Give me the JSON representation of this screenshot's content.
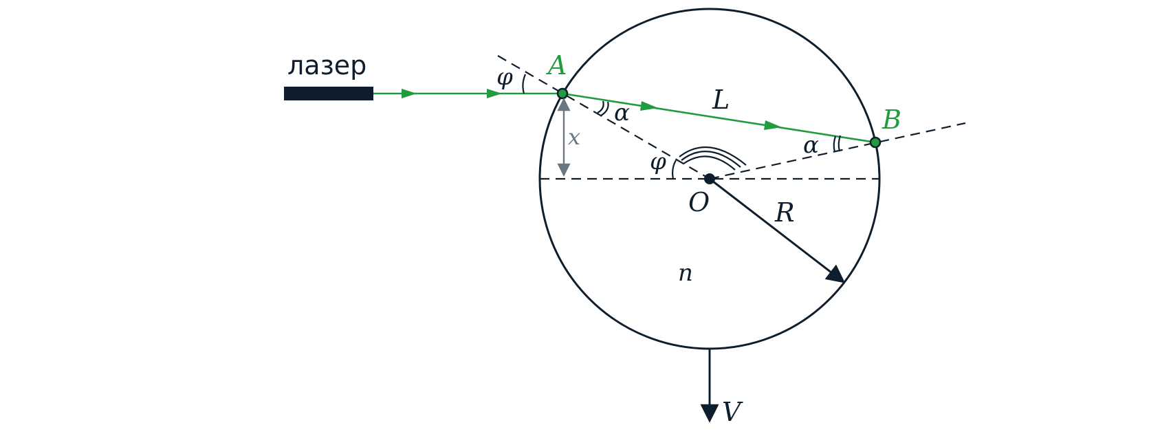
{
  "colors": {
    "dark": "#0f1e2d",
    "green": "#229a3e",
    "gray": "#6b7680",
    "background": "#ffffff"
  },
  "labels": {
    "laser": "лазер",
    "point_a": "A",
    "point_b": "B",
    "center": "O",
    "radius": "R",
    "path_length": "L",
    "refraction_angle_a": "α",
    "refraction_angle_b": "α",
    "incidence_angle_outer": "φ",
    "incidence_angle_center": "φ",
    "offset": "x",
    "index": "n",
    "velocity": "V"
  }
}
